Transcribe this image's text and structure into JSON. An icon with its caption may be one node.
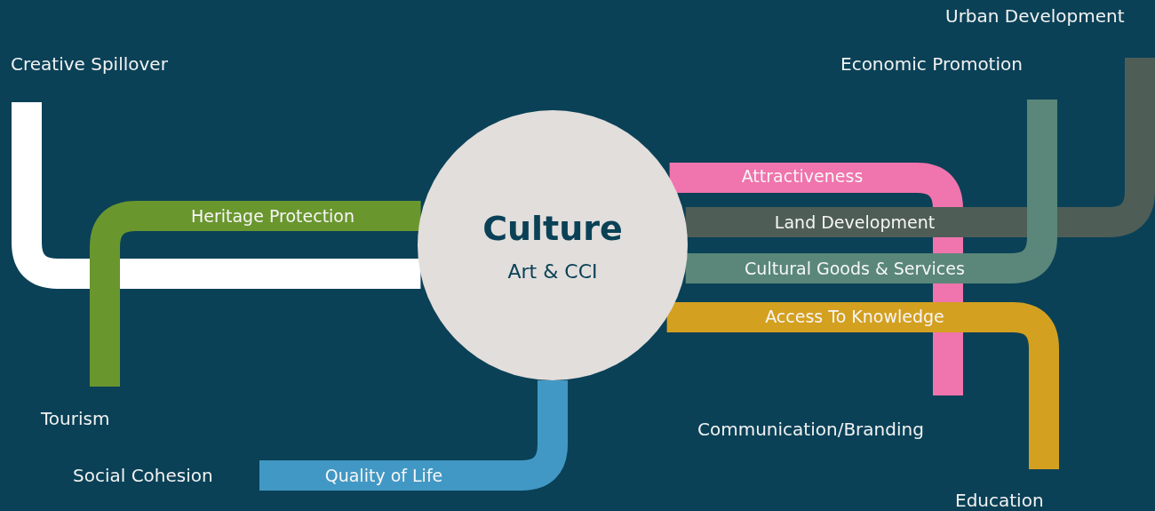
{
  "diagram": {
    "nodes": [
      {
        "text": [
          "Culture",
          "Art & CCI"
        ]
      },
      {
        "text": [
          "Urban Development"
        ]
      },
      {
        "text": [
          "Creative Spillover"
        ]
      },
      {
        "text": [
          "Economic Promotion"
        ]
      },
      {
        "text": [
          "Tourism"
        ]
      },
      {
        "text": [
          "Communication/Branding"
        ]
      },
      {
        "text": [
          "Social Cohesion"
        ]
      },
      {
        "text": [
          "Education"
        ]
      }
    ],
    "edges": [
      {
        "from": 0,
        "to": 2,
        "arrow": "none",
        "color": "#ffffff"
      },
      {
        "from": 0,
        "to": 4,
        "arrow": "none",
        "label": "Heritage Protection",
        "color": "#6a962e"
      },
      {
        "from": 0,
        "to": 6,
        "arrow": "none",
        "label": "Quality of Life",
        "color": "#4298c4"
      },
      {
        "from": 0,
        "to": 1,
        "arrow": "none",
        "label": "Land Development",
        "color": "#4f5d57"
      },
      {
        "from": 0,
        "to": 3,
        "arrow": "none",
        "label": "Cultural Goods & Services",
        "color": "#5a8779"
      },
      {
        "from": 0,
        "to": 5,
        "arrow": "none",
        "label": "Attractiveness",
        "color": "#f074ad"
      },
      {
        "from": 0,
        "to": 7,
        "arrow": "none",
        "label": "Access To Knowledge",
        "color": "#d4a020"
      }
    ]
  }
}
